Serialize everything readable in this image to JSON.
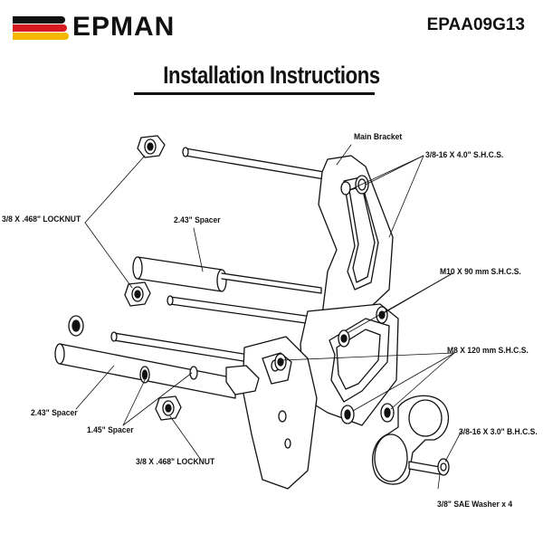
{
  "header": {
    "brand": "EPMAN",
    "brand_colors": [
      "#111111",
      "#d71920",
      "#f5b800"
    ],
    "part_number": "EPAA09G13",
    "title": "Installation Instructions"
  },
  "labels": {
    "main_bracket": "Main Bracket",
    "shcs_4": "3/8-16 X 4.0\" S.H.C.S.",
    "locknut_top": "3/8 X .468\" LOCKNUT",
    "spacer_243_top": "2.43\" Spacer",
    "m10": "M10 X 90 mm S.H.C.S.",
    "m8": "M8 X 120 mm S.H.C.S.",
    "spacer_243_bottom": "2.43\" Spacer",
    "spacer_145": "1.45\" Spacer",
    "locknut_bottom": "3/8 X .468\" LOCKNUT",
    "bhcs_3": "3/8-16 X 3.0\" B.H.C.S.",
    "washer": "3/8\" SAE Washer x 4"
  }
}
